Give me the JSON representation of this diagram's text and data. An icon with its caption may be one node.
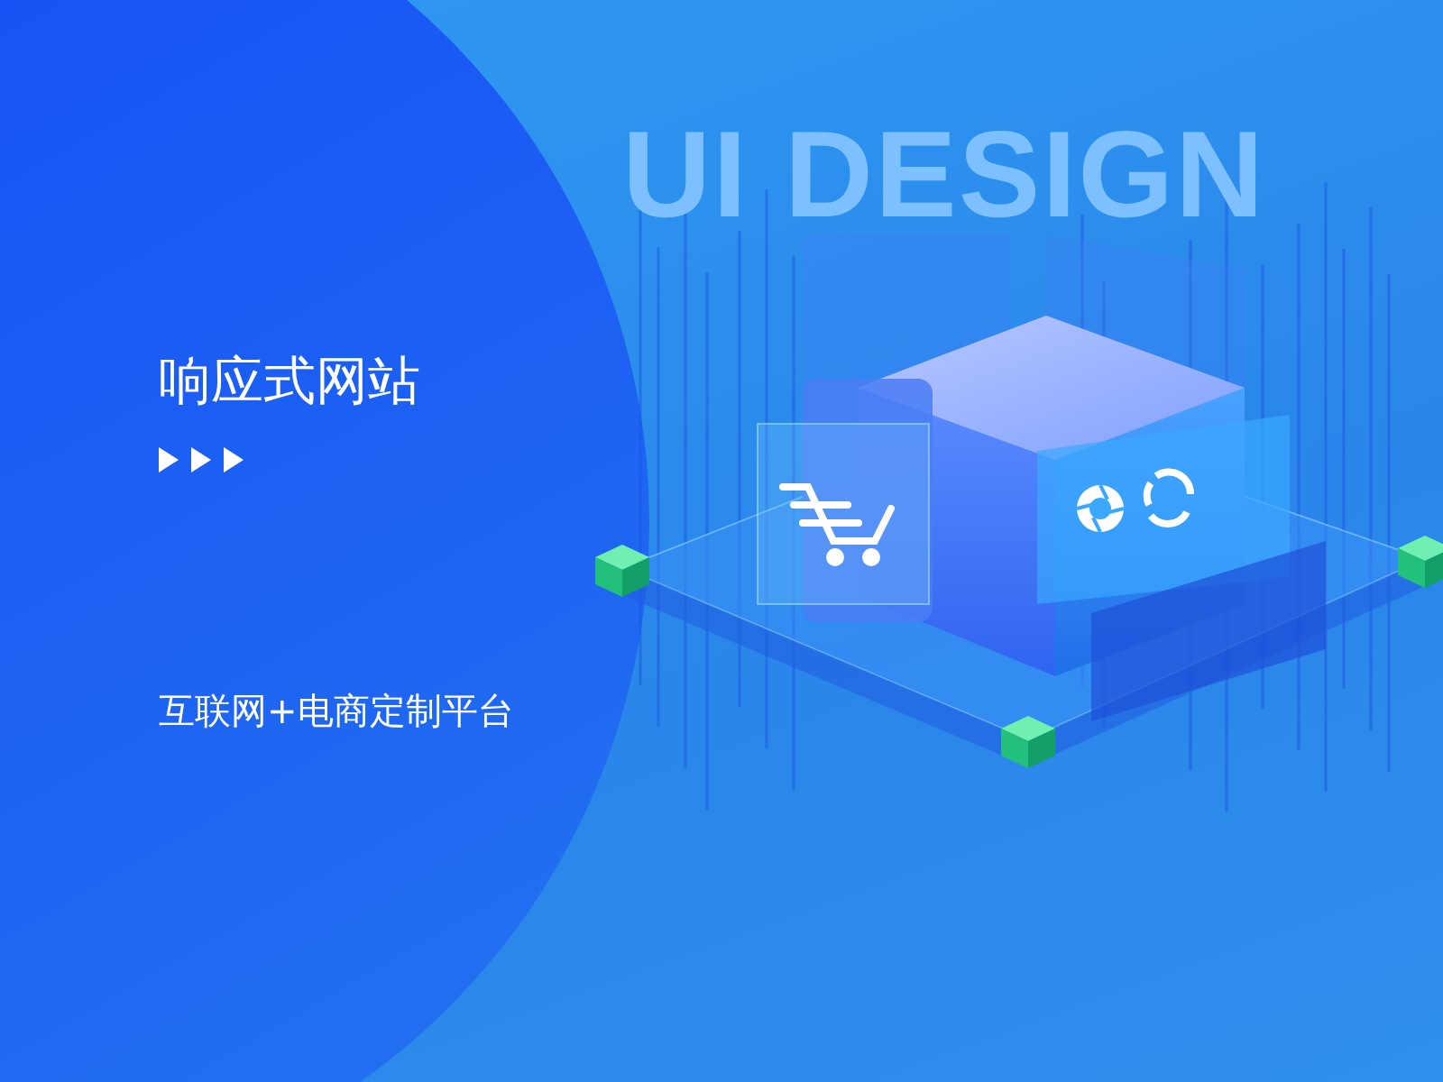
{
  "diagram": {
    "title": "响应式网站",
    "labels": [
      "UI DESIGN",
      "互联网+电商定制平台"
    ]
  }
}
